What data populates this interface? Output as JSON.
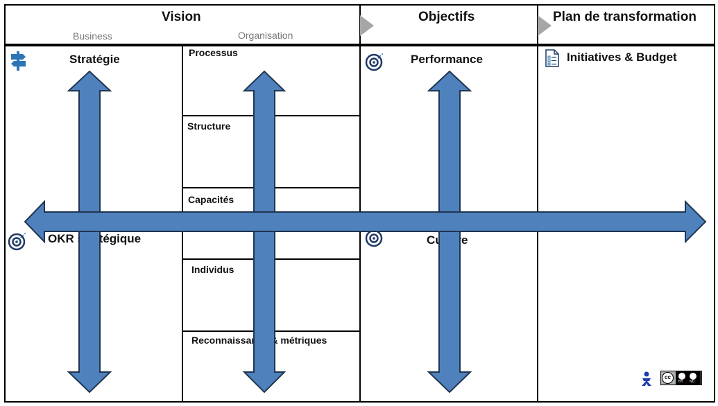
{
  "header": {
    "vision_title": "Vision",
    "business_subtitle": "Business",
    "organisation_subtitle": "Organisation",
    "objectifs_title": "Objectifs",
    "plan_title": "Plan de transformation"
  },
  "business": {
    "strategie_label": "Stratégie",
    "okr_label": "OKR stratégique"
  },
  "organisation": {
    "processus_label": "Processus",
    "structure_label": "Structure",
    "capacites_label": "Capacités",
    "individus_label": "Individus",
    "reconnaissance_label": "Reconnaissance & métriques"
  },
  "objectifs": {
    "performance_label": "Performance",
    "culture_label": "Culture"
  },
  "plan": {
    "initiatives_label": "Initiatives & Budget"
  },
  "license": {
    "cc_text": "cc",
    "by_text": "BY",
    "nd_text": "ND"
  },
  "colors": {
    "arrow_fill": "#4f81bd",
    "arrow_stroke": "#1f3550",
    "icon_blue": "#2e75b6",
    "icon_dark": "#1f3864",
    "chevron_gray": "#a6a6a6"
  }
}
